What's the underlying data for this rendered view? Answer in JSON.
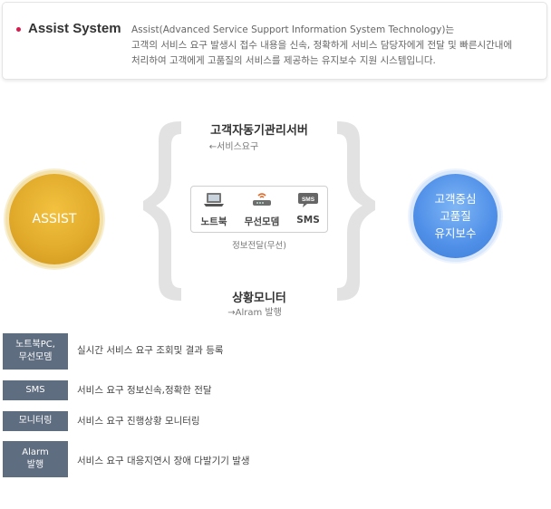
{
  "header": {
    "title": "Assist System",
    "desc_lines": [
      "Assist(Advanced Service Support Information System Technology)는",
      "고객의 서비스 요구 발생시 접수 내용을 신속, 정확하게 서비스 담당자에게 전달 및 빠른시간내에",
      "처리하여 고객에게 고품질의 서비스를 제공하는 유지보수 지원 시스템입니다."
    ]
  },
  "diagram": {
    "left_circle": "ASSIST",
    "right_circle_lines": [
      "고객중심",
      "고품질",
      "유지보수"
    ],
    "top_title": "고객자동기관리서버",
    "top_sub": "←서비스요구",
    "bottom_title": "상황모니터",
    "bottom_sub": "→Alram 발행",
    "devices": [
      {
        "label": "노트북",
        "icon": "laptop-icon"
      },
      {
        "label": "무선모뎀",
        "icon": "wireless-modem-icon"
      },
      {
        "label": "SMS",
        "icon": "sms-icon"
      }
    ],
    "sms_icon_text": "SMS",
    "devices_note": "정보전달(무선)"
  },
  "features": [
    {
      "tag_lines": [
        "노트북PC,",
        "무선모뎀"
      ],
      "text": "실시간 서비스 요구 조회및 결과 등록"
    },
    {
      "tag_lines": [
        "SMS"
      ],
      "text": "서비스 요구 정보신속,정확한 전달"
    },
    {
      "tag_lines": [
        "모니터링"
      ],
      "text": "서비스 요구 진행상황 모니터링"
    },
    {
      "tag_lines": [
        "Alarm",
        "발행"
      ],
      "text": "서비스 요구 대응지연시 장애 다발기기 발생"
    }
  ],
  "colors": {
    "accent_bullet": "#d61c4e",
    "assist_circle": "#e0a92a",
    "quality_circle": "#4f8fe8",
    "tag_bg": "#5f6d80",
    "brace": "#e2e2e2"
  }
}
